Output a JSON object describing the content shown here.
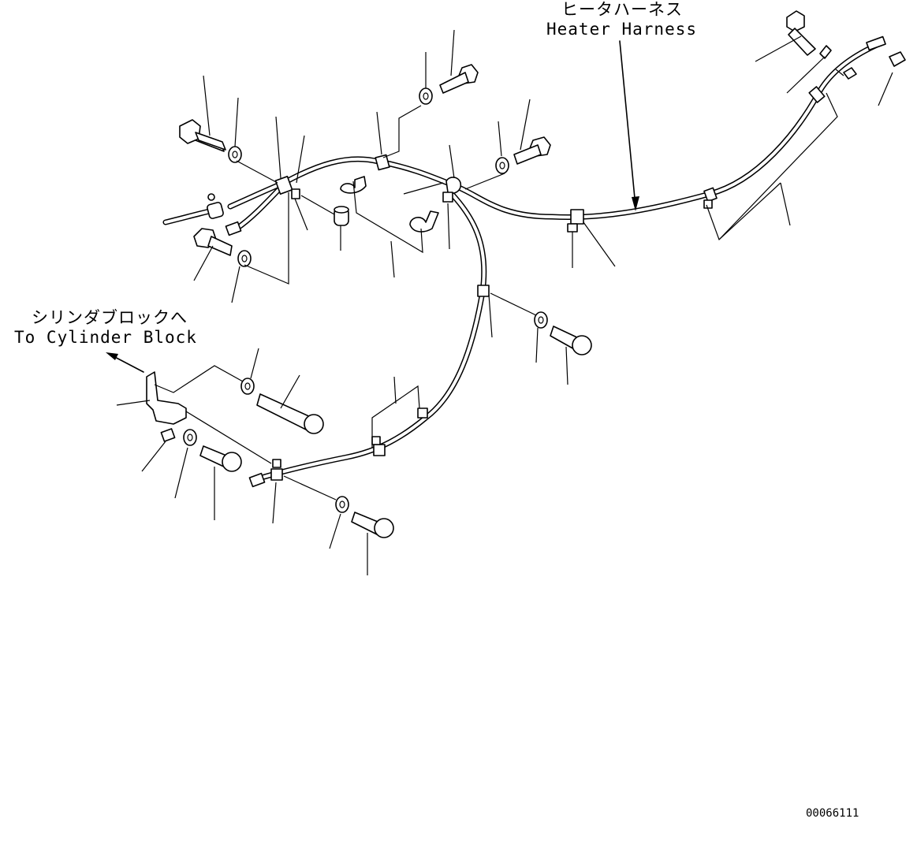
{
  "labels": {
    "heater_harness_jp": "ヒータハーネス",
    "heater_harness_en": "Heater Harness",
    "cylinder_block_jp": "シリンダブロックへ",
    "cylinder_block_en": "To Cylinder Block"
  },
  "drawing_number": "00066111",
  "icons": {
    "bolt": "hex-bolt-icon",
    "washer": "washer-icon",
    "clamp": "harness-clamp-icon",
    "bracket": "bracket-icon",
    "spacer": "spacer-icon"
  }
}
